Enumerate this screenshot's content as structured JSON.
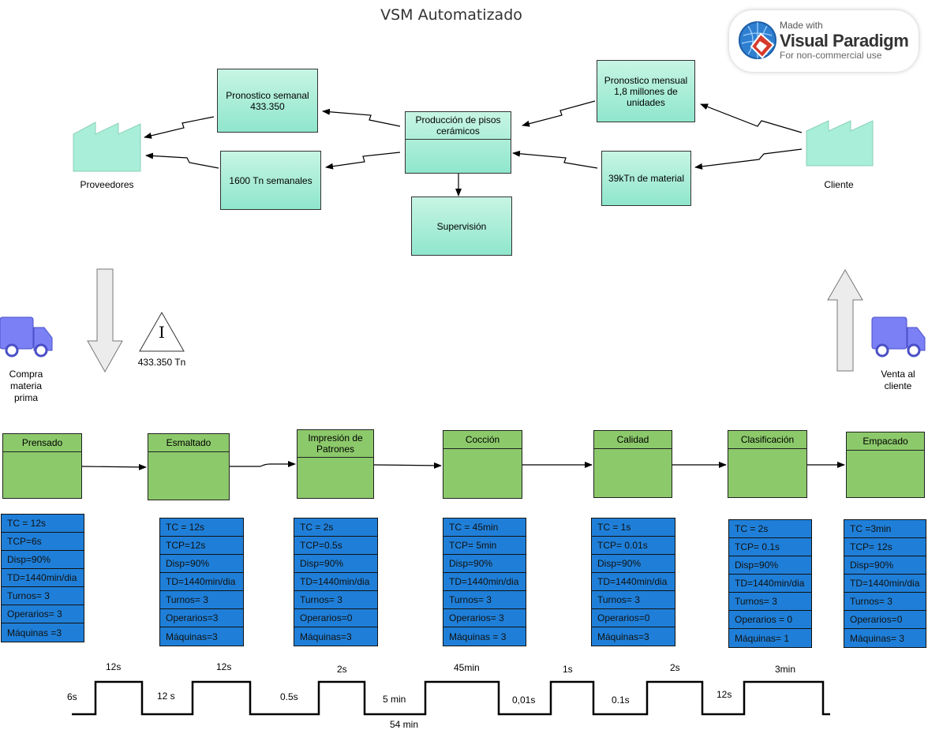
{
  "title": "VSM Automatizado",
  "badge": {
    "made_with": "Made with",
    "brand": "Visual Paradigm",
    "note": "For non-commercial use"
  },
  "info": {
    "pronostico_semanal": "Pronostico semanal\n433.350",
    "tn_semanales": "1600 Tn semanales",
    "pronostico_mensual": "Pronostico mensual\n1,8 millones de\nunidades",
    "material": "39kTn de material",
    "produccion": "Producción de pisos\ncerámicos",
    "supervision": "Supervisión"
  },
  "labels": {
    "proveedores": "Proveedores",
    "cliente": "Cliente",
    "compra": "Compra\nmateria\nprima",
    "venta": "Venta al\ncliente",
    "inventory": "433.350 Tn",
    "inventory_symbol": "I"
  },
  "processes": [
    {
      "name": "Prensado",
      "data": [
        "TC = 12s",
        "TCP=6s",
        "Disp=90%",
        "TD=1440min/dia",
        "Turnos= 3",
        "Operarios= 3",
        "Máquinas =3"
      ]
    },
    {
      "name": "Esmaltado",
      "data": [
        "TC = 12s",
        "TCP=12s",
        "Disp=90%",
        "TD=1440min/dia",
        "Turnos= 3",
        "Operarios=3",
        "Máquinas=3"
      ]
    },
    {
      "name": "Impresión de\nPatrones",
      "data": [
        "TC = 2s",
        "TCP=0.5s",
        "Disp=90%",
        "TD=1440min/dia",
        "Turnos= 3",
        "Operarios=0",
        "Máquinas=3"
      ]
    },
    {
      "name": "Cocción",
      "data": [
        "TC = 45min",
        "TCP= 5min",
        "Disp=90%",
        "TD=1440min/dia",
        "Turnos= 3",
        "Operarios= 3",
        "Máquinas = 3"
      ]
    },
    {
      "name": "Calidad",
      "data": [
        "TC = 1s",
        "TCP= 0.01s",
        "Disp=90%",
        "TD=1440min/dia",
        "Turnos= 3",
        "Operarios=0",
        "Máquinas=3"
      ]
    },
    {
      "name": "Clasificación",
      "data": [
        "TC = 2s",
        "TCP= 0.1s",
        "Disp=90%",
        "TD=1440min/dia",
        "Turnos= 3",
        "Operarios = 0",
        "Máquinas= 1"
      ]
    },
    {
      "name": "Empacado",
      "data": [
        "TC =3min",
        "TCP= 12s",
        "Disp=90%",
        "TD=1440min/dia",
        "Turnos= 3",
        "Operarios=0",
        "Máquinas= 3"
      ]
    }
  ],
  "timeline": {
    "high": [
      "12s",
      "12s",
      "2s",
      "45min",
      "1s",
      "2s",
      "3min"
    ],
    "low": [
      "6s",
      "12 s",
      "0.5s",
      "5 min",
      "0,01s",
      "0.1s",
      "12s"
    ],
    "total": "54 min"
  },
  "colors": {
    "process": "#8cc96b",
    "data": "#1f7fd8",
    "info": "#a8eed8",
    "truck": "#7b80f5"
  }
}
